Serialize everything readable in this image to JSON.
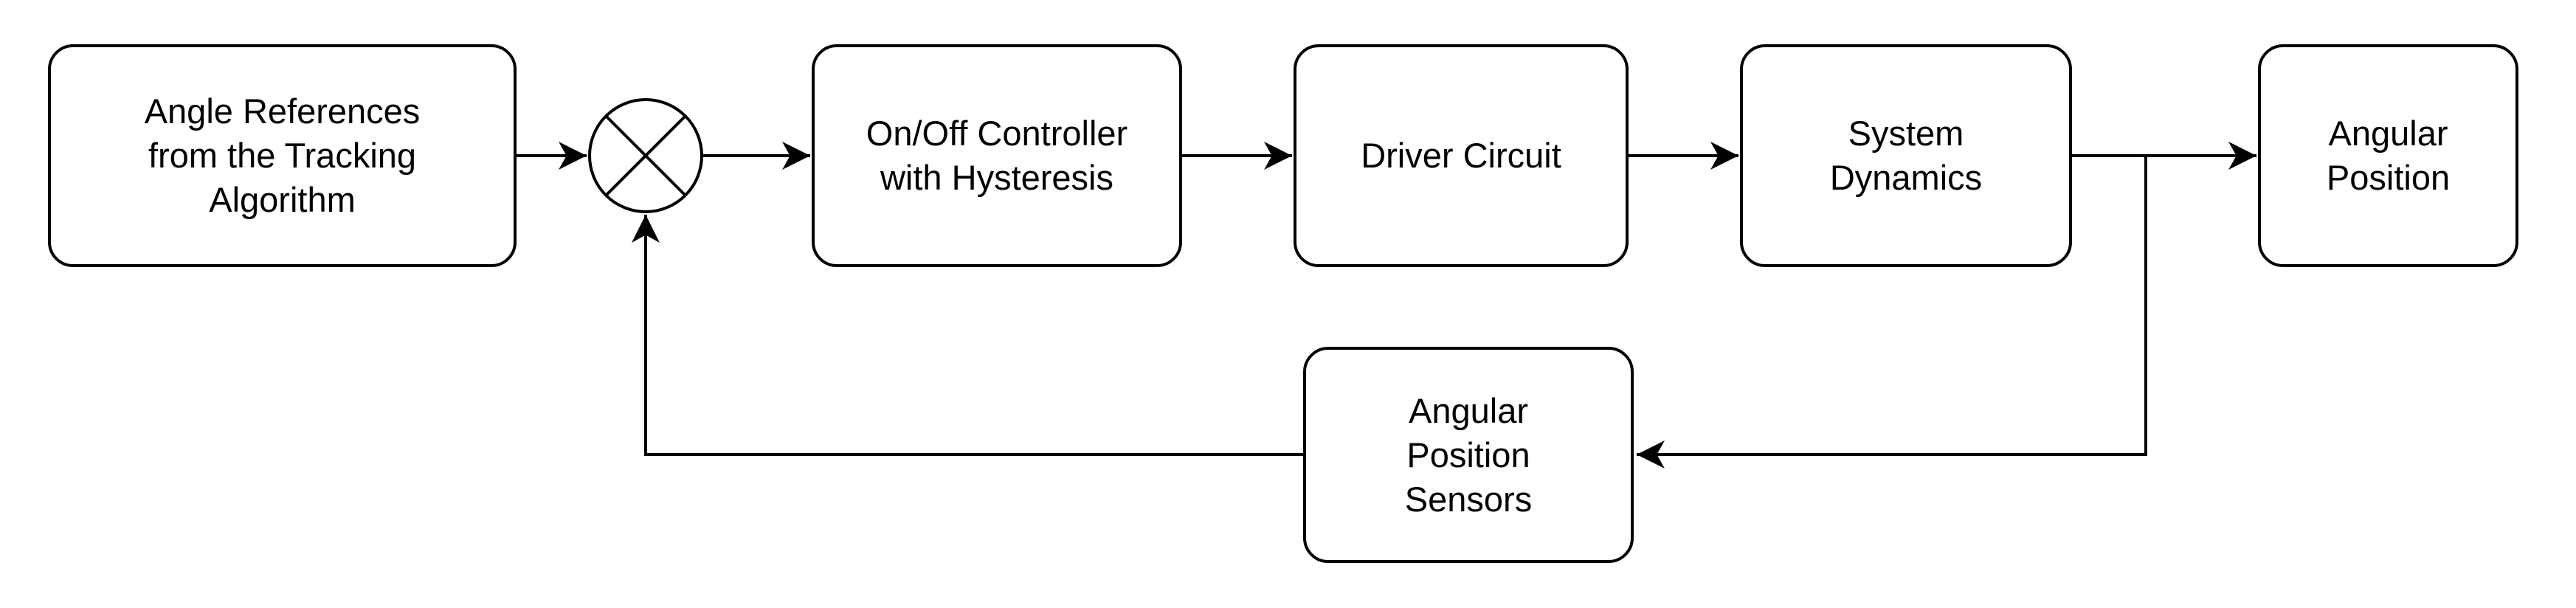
{
  "diagram": {
    "type": "control-system-block-diagram",
    "colors": {
      "stroke": "#000000",
      "node_fill": "#ffffff",
      "background": "#ffffff"
    },
    "nodes": [
      {
        "id": "angle-references",
        "label": "Angle References\nfrom the Tracking\nAlgorithm"
      },
      {
        "id": "onoff-controller",
        "label": "On/Off Controller\nwith Hysteresis"
      },
      {
        "id": "driver-circuit",
        "label": "Driver Circuit"
      },
      {
        "id": "system-dynamics",
        "label": "System\nDynamics"
      },
      {
        "id": "angular-position",
        "label": "Angular\nPosition"
      },
      {
        "id": "angular-position-sensors",
        "label": "Angular\nPosition\nSensors"
      }
    ],
    "junction": {
      "id": "summing-junction",
      "symbol": "circle-with-x"
    },
    "edges": [
      {
        "from": "angle-references",
        "to": "summing-junction",
        "arrow": true
      },
      {
        "from": "summing-junction",
        "to": "onoff-controller",
        "arrow": true
      },
      {
        "from": "onoff-controller",
        "to": "driver-circuit",
        "arrow": true
      },
      {
        "from": "driver-circuit",
        "to": "system-dynamics",
        "arrow": true
      },
      {
        "from": "system-dynamics",
        "to": "angular-position",
        "arrow": true
      },
      {
        "from": "system-dynamics",
        "to": "angular-position-sensors",
        "arrow": true,
        "via": "branch-then-down"
      },
      {
        "from": "angular-position-sensors",
        "to": "summing-junction",
        "arrow": true,
        "via": "left-then-up"
      }
    ]
  }
}
